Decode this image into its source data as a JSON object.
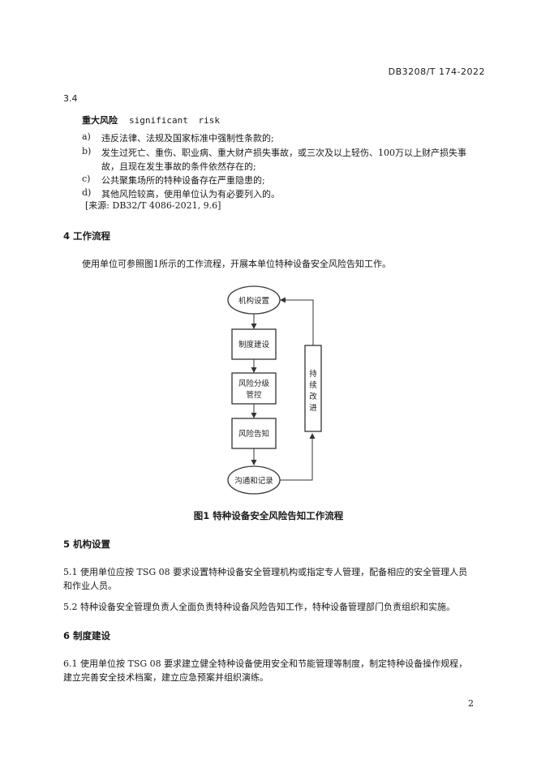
{
  "header": {
    "doc_code": "DB3208/T 174-2022"
  },
  "clause_3_4": {
    "number": "3.4",
    "term_cn": "重大风险",
    "term_en": "significant risk",
    "items": [
      {
        "label": "a)",
        "text": "违反法律、法规及国家标准中强制性条款的;"
      },
      {
        "label": "b)",
        "text": "发生过死亡、重伤、职业病、重大财产损失事故，或三次及以上轻伤、100万以上财产损失事",
        "text2": "故，且现在发生事故的条件依然存在的;"
      },
      {
        "label": "c)",
        "text": "公共聚集场所的特种设备存在严重隐患的;"
      },
      {
        "label": "d)",
        "text": "其他风险较高，使用单位认为有必要列入的。"
      }
    ],
    "source": "[来源: DB32/T 4086-2021, 9.6]"
  },
  "section_4": {
    "heading": "4  工作流程",
    "paragraph": "使用单位可参照图1所示的工作流程，开展本单位特种设备安全风险告知工作。"
  },
  "flowchart": {
    "start": "机构设置",
    "step1": "制度建设",
    "step2_line1": "风险分级",
    "step2_line2": "管控",
    "step3": "风险告知",
    "end": "沟通和记录",
    "feedback": [
      "持",
      "续",
      "改",
      "进"
    ]
  },
  "figure_caption": "图1   特种设备安全风险告知工作流程",
  "section_5": {
    "heading": "5  机构设置",
    "p1_line1": "5.1   使用单位应按 TSG 08 要求设置特种设备安全管理机构或指定专人管理，配备相应的安全管理人员",
    "p1_line2": "和作业人员。",
    "p2": "5.2   特种设备安全管理负责人全面负责特种设备风险告知工作，特种设备管理部门负责组织和实施。"
  },
  "section_6": {
    "heading": "6  制度建设",
    "p1_line1": "6.1   使用单位按 TSG 08 要求建立健全特种设备使用安全和节能管理等制度，制定特种设备操作规程，",
    "p1_line2": "建立完善安全技术档案，建立应急预案并组织演练。"
  },
  "footer": {
    "page_number": "2"
  }
}
